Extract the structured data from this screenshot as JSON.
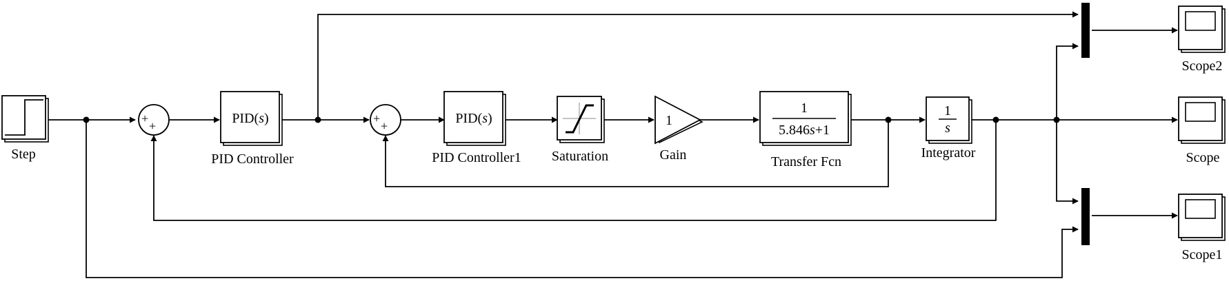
{
  "blocks": {
    "step": {
      "label": "Step"
    },
    "pid_controller": {
      "label": "PID Controller",
      "display_main": "PID(",
      "display_var": "s",
      "display_close": ")"
    },
    "pid_controller1": {
      "label": "PID Controller1",
      "display_main": "PID(",
      "display_var": "s",
      "display_close": ")"
    },
    "saturation": {
      "label": "Saturation"
    },
    "gain": {
      "label": "Gain",
      "value": "1"
    },
    "transfer_fcn": {
      "label": "Transfer Fcn",
      "numerator": "1",
      "den_coef": "5.846",
      "den_var": "s",
      "den_tail": "+1"
    },
    "integrator": {
      "label": "Integrator",
      "numerator": "1",
      "denominator": "s"
    },
    "scope": {
      "label": "Scope"
    },
    "scope1": {
      "label": "Scope1"
    },
    "scope2": {
      "label": "Scope2"
    }
  },
  "sums": {
    "sum1": {
      "signs": [
        "+",
        "+"
      ]
    },
    "sum2": {
      "signs": [
        "+",
        "+"
      ]
    }
  }
}
